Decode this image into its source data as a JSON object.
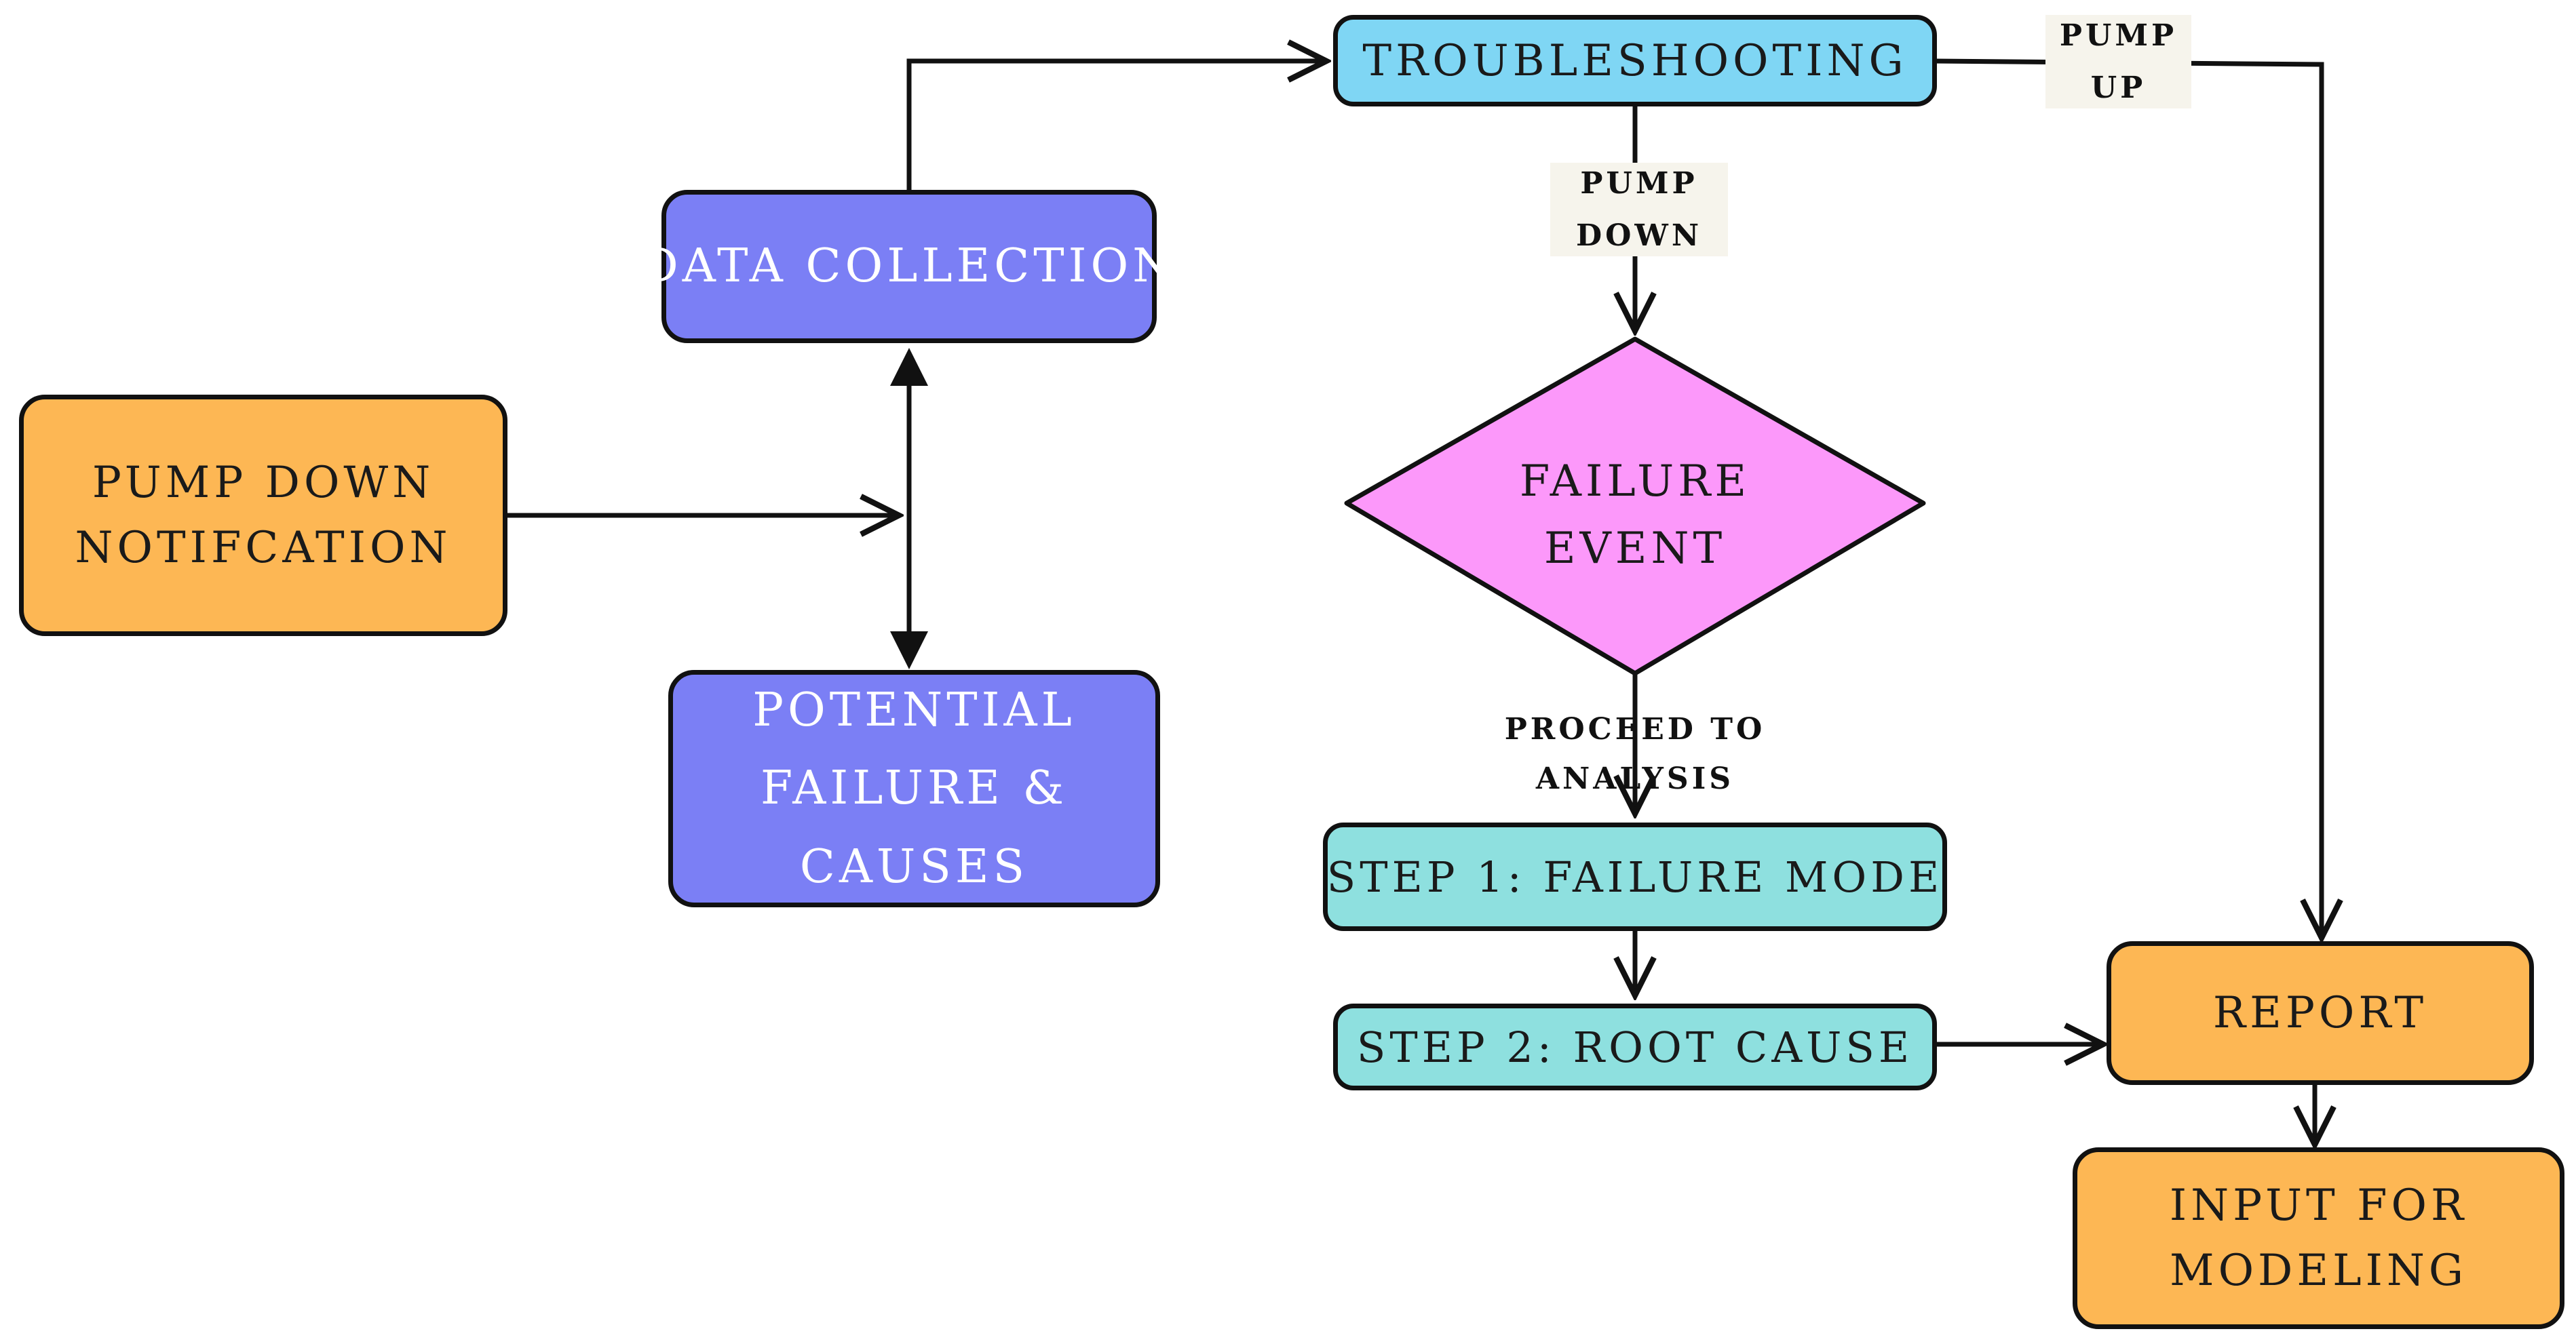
{
  "colors": {
    "orange": "#fdb754",
    "indigo": "#7b7ff5",
    "sky": "#7fd6f4",
    "teal": "#8ee0df",
    "pink": "#fc98fa",
    "stroke": "#111111"
  },
  "nodes": {
    "pump_down_notification": [
      "PUMP DOWN",
      "NOTIFCATION"
    ],
    "data_collection": [
      "DATA COLLECTION"
    ],
    "potential_failure": [
      "POTENTIAL",
      "FAILURE &",
      "CAUSES"
    ],
    "troubleshooting": [
      "TROUBLESHOOTING"
    ],
    "failure_event": [
      "FAILURE",
      "EVENT"
    ],
    "step1": [
      "STEP 1: FAILURE MODE"
    ],
    "step2": [
      "STEP 2: ROOT CAUSE"
    ],
    "report": [
      "REPORT"
    ],
    "input_for_modeling": [
      "INPUT FOR",
      "MODELING"
    ]
  },
  "edge_labels": {
    "pump_up": [
      "PUMP",
      "UP"
    ],
    "pump_down": [
      "PUMP",
      "DOWN"
    ],
    "proceed": [
      "PROCEED TO",
      "ANALYSIS"
    ]
  }
}
